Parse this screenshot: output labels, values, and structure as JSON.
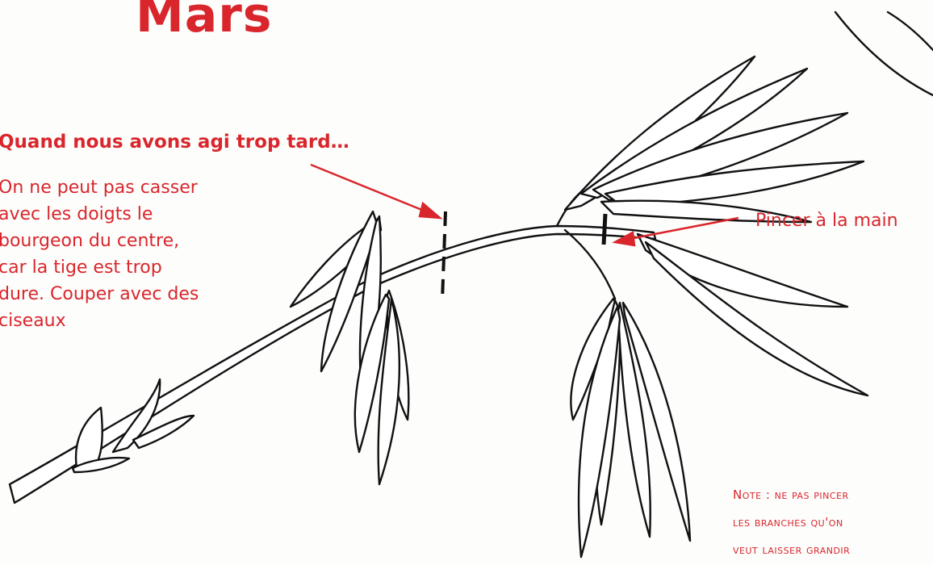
{
  "title": "Mars",
  "heading": "Quand nous avons agi trop tard…",
  "body_lines": [
    "On ne peut pas casser",
    "avec les doigts le",
    "bourgeon du centre,",
    "car la tige est trop",
    "dure. Couper avec des",
    "ciseaux"
  ],
  "pincer_label": "Pincer à la main",
  "note_lines": [
    "Note : ne pas pincer",
    "les branches qu'on",
    "veut laisser grandir"
  ],
  "colors": {
    "annotation": "#d9262c",
    "ink": "#111111"
  }
}
